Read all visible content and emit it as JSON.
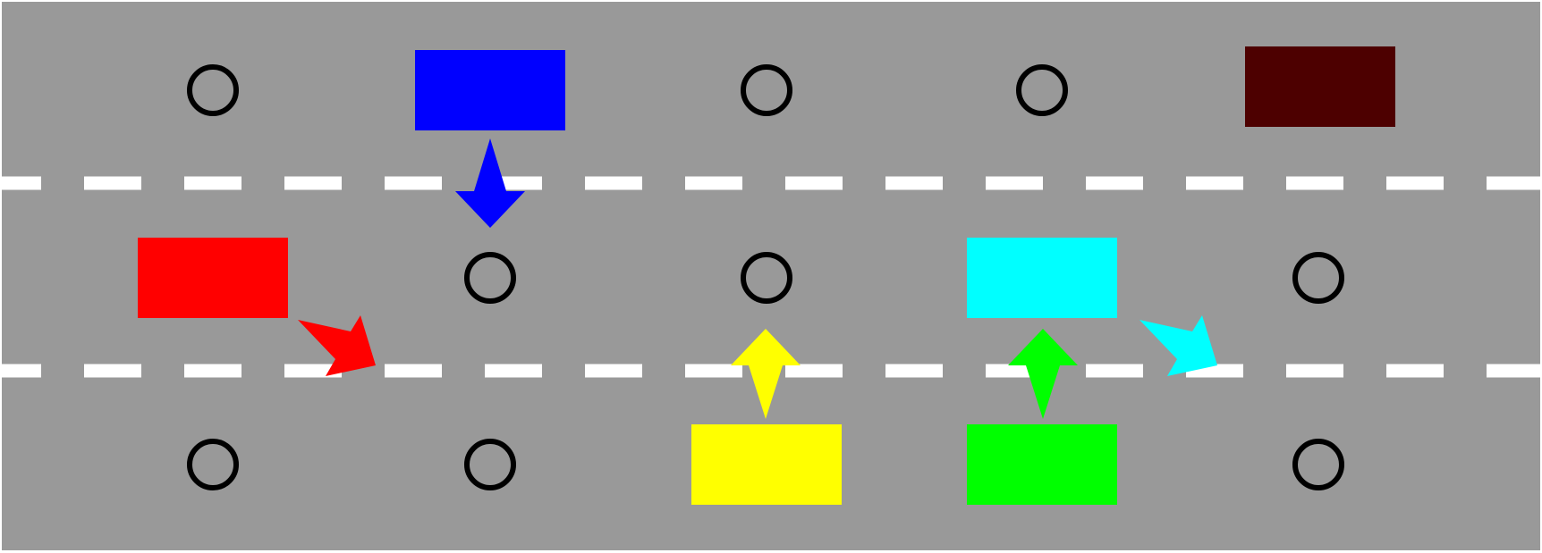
{
  "road": {
    "background": "#999999",
    "lane_divider_color": "#ffffff",
    "lane_count": 3,
    "columns": 5
  },
  "vehicles": [
    {
      "name": "blue-vehicle",
      "color": "#0000ff",
      "lane": 0,
      "column": 1
    },
    {
      "name": "dark-red-vehicle",
      "color": "#4d0000",
      "lane": 0,
      "column": 4
    },
    {
      "name": "red-vehicle",
      "color": "#ff0000",
      "lane": 1,
      "column": 0
    },
    {
      "name": "cyan-vehicle",
      "color": "#00ffff",
      "lane": 1,
      "column": 3
    },
    {
      "name": "yellow-vehicle",
      "color": "#ffff00",
      "lane": 2,
      "column": 2
    },
    {
      "name": "green-vehicle",
      "color": "#00ff00",
      "lane": 2,
      "column": 3
    }
  ],
  "empty_slots": [
    {
      "lane": 0,
      "column": 0
    },
    {
      "lane": 0,
      "column": 2
    },
    {
      "lane": 0,
      "column": 3
    },
    {
      "lane": 1,
      "column": 1
    },
    {
      "lane": 1,
      "column": 2
    },
    {
      "lane": 1,
      "column": 4
    },
    {
      "lane": 2,
      "column": 0
    },
    {
      "lane": 2,
      "column": 1
    },
    {
      "lane": 2,
      "column": 4
    }
  ],
  "arrows": [
    {
      "name": "blue-arrow",
      "color": "#0000ff",
      "direction": "down"
    },
    {
      "name": "red-arrow",
      "color": "#ff0000",
      "direction": "down-right"
    },
    {
      "name": "yellow-arrow",
      "color": "#ffff00",
      "direction": "up"
    },
    {
      "name": "green-arrow",
      "color": "#00ff00",
      "direction": "up"
    },
    {
      "name": "cyan-arrow",
      "color": "#00ffff",
      "direction": "down-right"
    }
  ]
}
